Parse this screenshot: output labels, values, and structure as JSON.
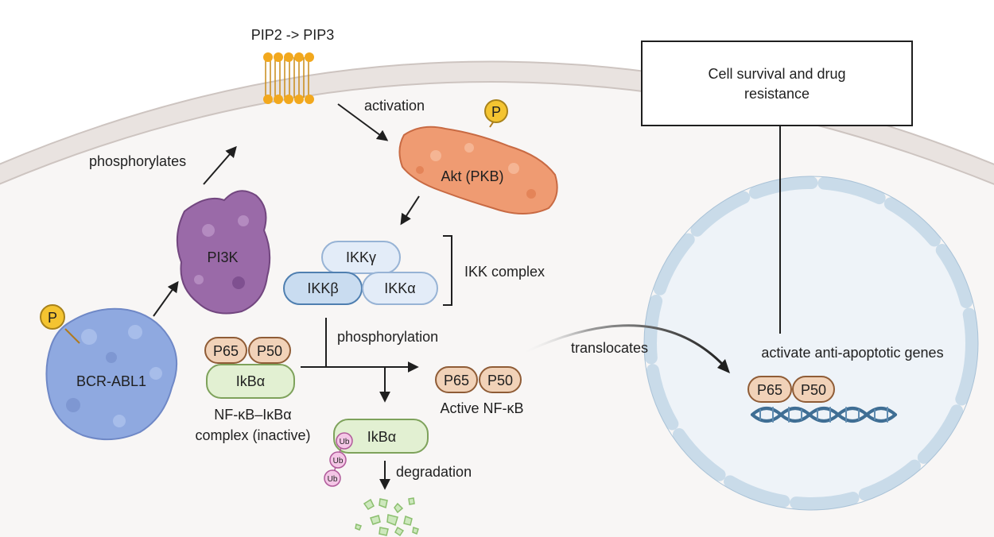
{
  "labels": {
    "pip": "PIP2 -> PIP3",
    "activation": "activation",
    "phosphorylates": "phosphorylates",
    "akt": "Akt (PKB)",
    "pi3k": "PI3K",
    "ikk_gamma": "IKKγ",
    "ikk_beta": "IKKβ",
    "ikk_alpha": "IKKα",
    "ikk_complex": "IKK complex",
    "bcr_abl": "BCR-ABL1",
    "p": "P",
    "p65": "P65",
    "p50": "P50",
    "ikba": "IkBα",
    "complex_line1": "NF-κB–IκBα",
    "complex_line2": "complex (inactive)",
    "phosphorylation": "phosphorylation",
    "active_nfkb": "Active NF-κB",
    "translocates": "translocates",
    "activate_genes": "activate anti-apoptotic genes",
    "cell_survival_line1": "Cell survival and drug",
    "cell_survival_line2": "resistance",
    "ub": "Ub",
    "degradation": "degradation"
  },
  "colors": {
    "membrane": "#e9e3e0",
    "cytoplasm": "#f8f6f5",
    "nucleus_fill": "#eef3f8",
    "nucleus_envelope": "#c9dbe9",
    "akt": "#ef9b72",
    "pi3k": "#9a6aa8",
    "bcr_abl": "#8fa9e0",
    "phospho": "#f4c431",
    "p65_p50": "#f1d2b8",
    "ikba": "#e2f0d2",
    "ikk_light": "#e3ecf8",
    "ikk_dark": "#c9dcf0",
    "ub": "#f4c6e6",
    "dna": "#3f6e94",
    "lipid": "#f2a81d"
  }
}
